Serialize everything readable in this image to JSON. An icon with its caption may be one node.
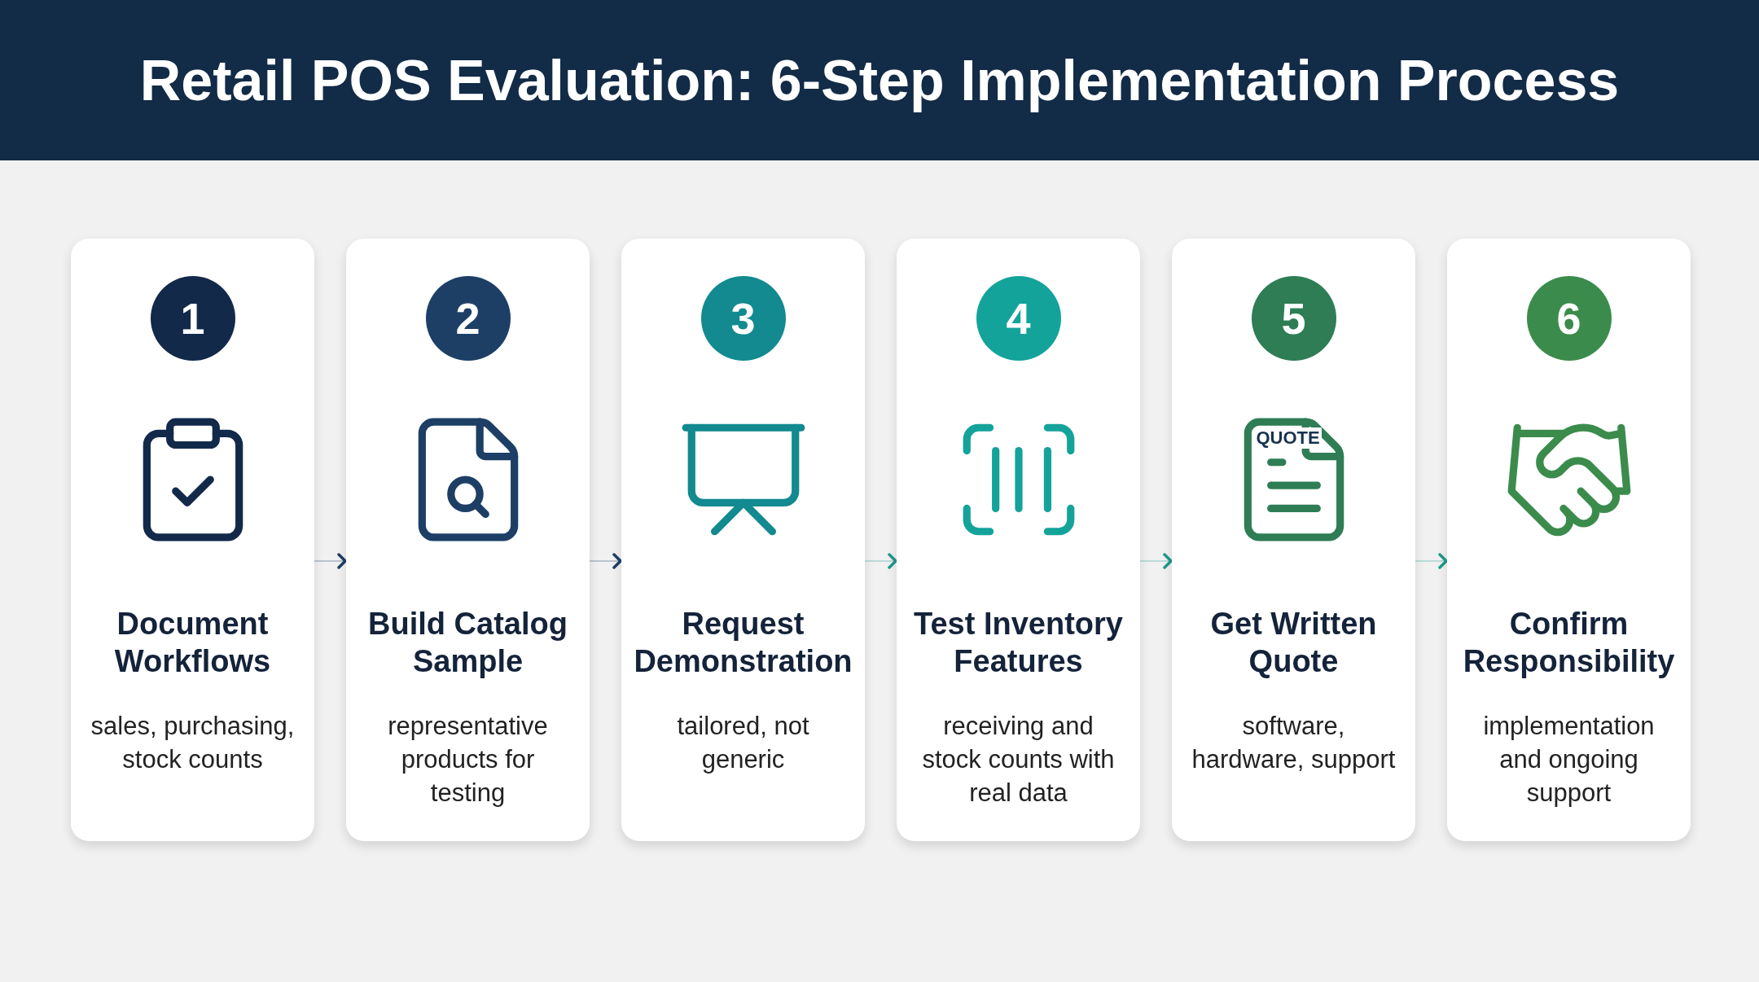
{
  "diagram": {
    "title": "Retail POS Evaluation: 6-Step Implementation Process",
    "nodes": [
      {
        "text": [
          "1",
          "Document Workflows",
          "sales, purchasing, stock counts"
        ]
      },
      {
        "text": [
          "2",
          "Build Catalog Sample",
          "representative products for testing"
        ]
      },
      {
        "text": [
          "3",
          "Request Demonstration",
          "tailored, not generic"
        ]
      },
      {
        "text": [
          "4",
          "Test Inventory Features",
          "receiving and stock counts with real data"
        ]
      },
      {
        "text": [
          "5",
          "Get Written Quote",
          "software, hardware, support"
        ]
      },
      {
        "text": [
          "6",
          "Confirm Responsibility",
          "implementation and ongoing support"
        ]
      }
    ],
    "edges": [
      {
        "from": 0,
        "to": 1,
        "arrow": "to",
        "color": "#1d3f66"
      },
      {
        "from": 1,
        "to": 2,
        "arrow": "to",
        "color": "#1d3f66"
      },
      {
        "from": 2,
        "to": 3,
        "arrow": "to"
      },
      {
        "from": 3,
        "to": 4,
        "arrow": "to"
      },
      {
        "from": 4,
        "to": 5,
        "arrow": "to"
      }
    ],
    "labels": [
      "QUOTE"
    ]
  }
}
